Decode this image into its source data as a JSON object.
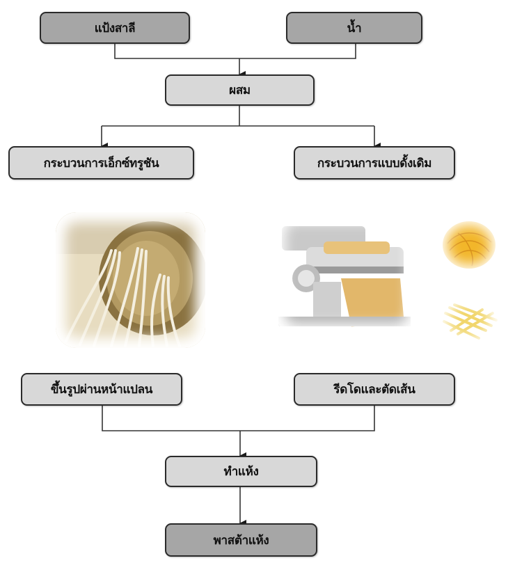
{
  "diagram": {
    "title": "",
    "nodes": {
      "flour": "แป้งสาลี",
      "water": "น้ำ",
      "mix": "ผสม",
      "extrusion_process": "กระบวนการเอ็กซ์ทรูชัน",
      "traditional_process": "กระบวนการแบบดั้งเดิม",
      "die_forming": "ขึ้นรูปผ่านหน้าแปลน",
      "roll_and_cut": "รีดโดและตัดเส้น",
      "drying": "ทำแห้ง",
      "dried_pasta": "พาสต้าแห้ง"
    },
    "edges": [
      {
        "from": "flour",
        "to": "mix"
      },
      {
        "from": "water",
        "to": "mix"
      },
      {
        "from": "mix",
        "to": "extrusion_process"
      },
      {
        "from": "mix",
        "to": "traditional_process"
      },
      {
        "from": "die_forming",
        "to": "drying"
      },
      {
        "from": "roll_and_cut",
        "to": "drying"
      },
      {
        "from": "drying",
        "to": "dried_pasta"
      }
    ],
    "images": [
      {
        "id": "extruder-photo",
        "depicts": "pasta extruder die with strands of pasta"
      },
      {
        "id": "pasta-roller-photo",
        "depicts": "manual pasta roller machine with dough sheet"
      },
      {
        "id": "pasta-nest-photo",
        "depicts": "nest of yellow egg pasta"
      },
      {
        "id": "cut-pasta-photo",
        "depicts": "cut strands of fresh pasta"
      }
    ],
    "colors": {
      "dark_box": "#a6a6a6",
      "light_box": "#d8d8d8",
      "border": "#2a2a2a",
      "line": "#333333"
    }
  }
}
